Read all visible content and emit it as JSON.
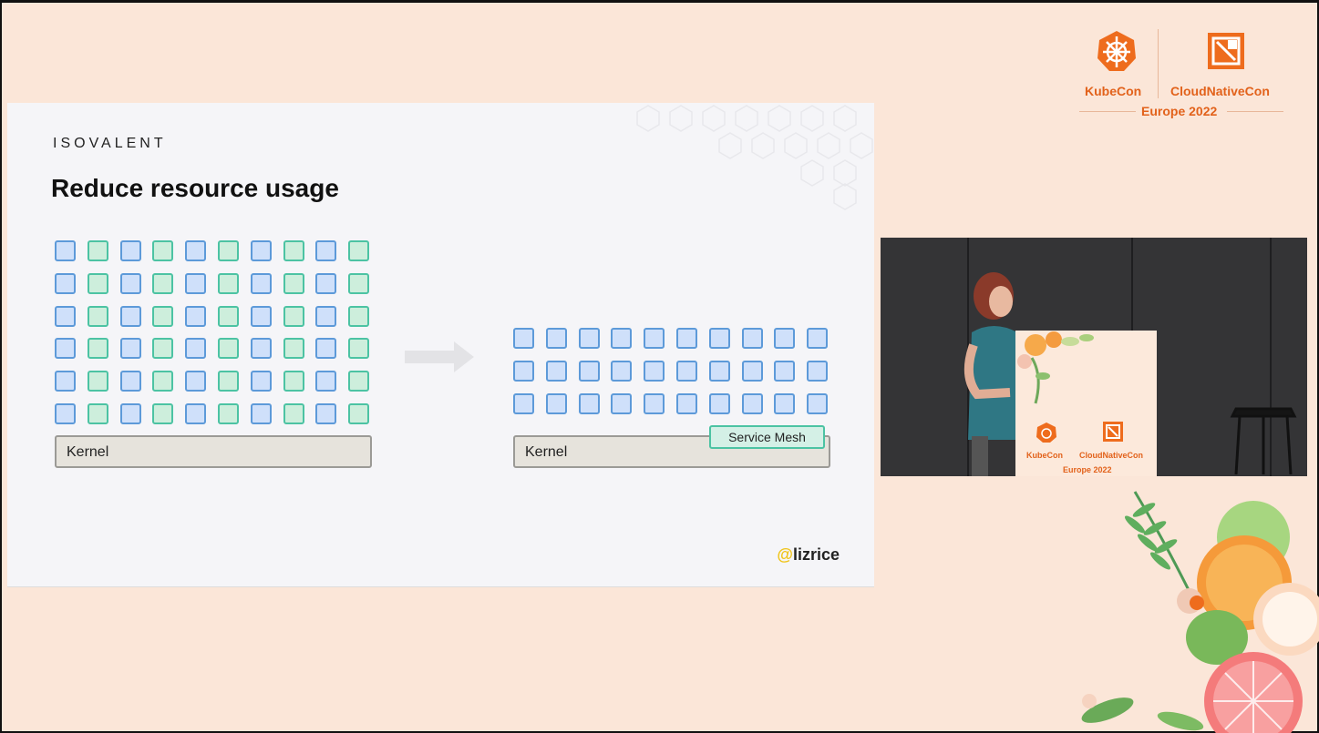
{
  "slide": {
    "brand": "ISOVALENT",
    "title": "Reduce resource usage",
    "left_diagram": {
      "rows": 6,
      "cols": 10,
      "pattern": [
        "blue",
        "green"
      ],
      "kernel_label": "Kernel"
    },
    "right_diagram": {
      "rows": 3,
      "cols": 10,
      "color": "blue",
      "kernel_label": "Kernel",
      "mesh_label": "Service Mesh"
    },
    "handle": "@lizrice"
  },
  "event_logo": {
    "kubecon": "KubeCon",
    "cloudnativecon": "CloudNativeCon",
    "edition": "Europe 2022"
  },
  "speaker_video": {
    "podium": {
      "kubecon": "KubeCon",
      "cloudnativecon": "CloudNativeCon",
      "edition": "Europe 2022"
    }
  },
  "colors": {
    "background": "#fbe6d8",
    "slide": "#f5f5f8",
    "accent": "#e2621b",
    "blue_square": "#5d9ad9",
    "green_square": "#4cc3a3",
    "handle_at": "#f0c419"
  }
}
